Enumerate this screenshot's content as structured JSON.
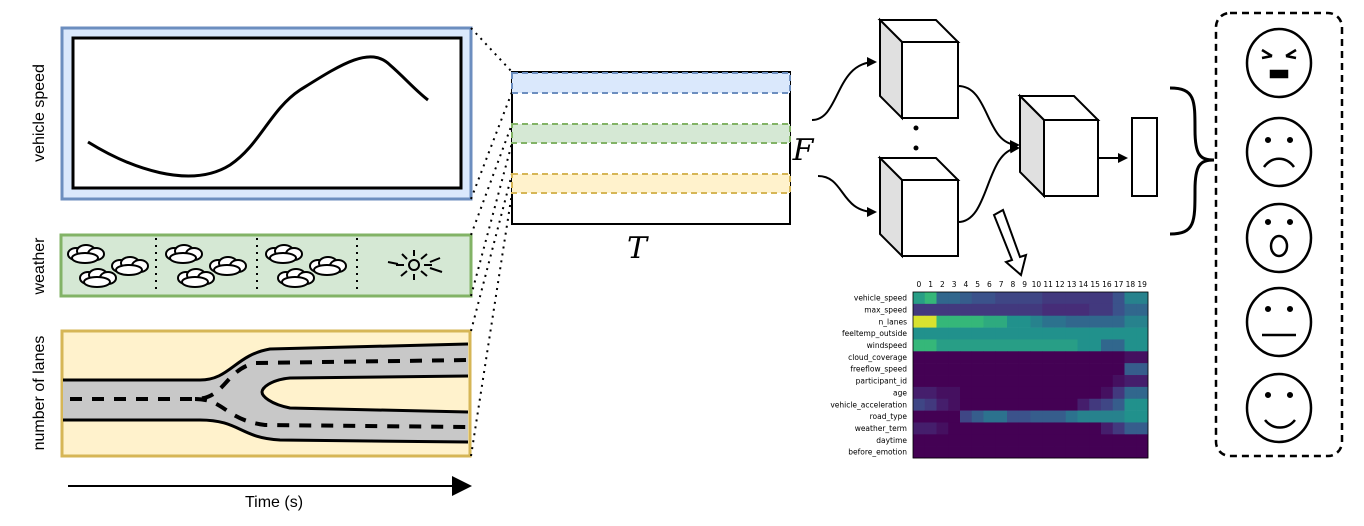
{
  "labels": {
    "vehicle_speed": "vehicle speed",
    "weather": "weather",
    "number_of_lanes": "number of lanes",
    "time_axis": "Time (s)",
    "matrix_time": "T",
    "matrix_features": "F"
  },
  "heatmap": {
    "col_labels": [
      "0",
      "1",
      "2",
      "3",
      "4",
      "5",
      "6",
      "7",
      "8",
      "9",
      "10",
      "11",
      "12",
      "13",
      "14",
      "15",
      "16",
      "17",
      "18",
      "19"
    ],
    "row_labels": [
      "vehicle_speed",
      "max_speed",
      "n_lanes",
      "feeltemp_outside",
      "windspeed",
      "cloud_coverage",
      "freeflow_speed",
      "participant_id",
      "age",
      "vehicle_acceleration",
      "road_type",
      "weather_term",
      "daytime",
      "before_emotion"
    ],
    "values": [
      [
        0.6,
        0.7,
        0.4,
        0.4,
        0.35,
        0.3,
        0.3,
        0.25,
        0.25,
        0.25,
        0.25,
        0.2,
        0.2,
        0.2,
        0.2,
        0.2,
        0.2,
        0.3,
        0.5,
        0.5
      ],
      [
        0.2,
        0.2,
        0.2,
        0.2,
        0.2,
        0.2,
        0.2,
        0.2,
        0.2,
        0.2,
        0.2,
        0.15,
        0.15,
        0.15,
        0.15,
        0.2,
        0.2,
        0.3,
        0.4,
        0.4
      ],
      [
        0.95,
        0.95,
        0.7,
        0.7,
        0.7,
        0.7,
        0.65,
        0.65,
        0.55,
        0.55,
        0.5,
        0.45,
        0.45,
        0.4,
        0.4,
        0.4,
        0.4,
        0.4,
        0.5,
        0.5
      ],
      [
        0.55,
        0.55,
        0.55,
        0.55,
        0.55,
        0.55,
        0.55,
        0.55,
        0.55,
        0.55,
        0.55,
        0.55,
        0.55,
        0.55,
        0.55,
        0.55,
        0.55,
        0.55,
        0.55,
        0.55
      ],
      [
        0.7,
        0.7,
        0.6,
        0.6,
        0.6,
        0.6,
        0.6,
        0.6,
        0.6,
        0.6,
        0.6,
        0.6,
        0.6,
        0.6,
        0.55,
        0.55,
        0.4,
        0.4,
        0.55,
        0.55
      ],
      [
        0.0,
        0.0,
        0.0,
        0.0,
        0.0,
        0.0,
        0.0,
        0.0,
        0.0,
        0.0,
        0.0,
        0.0,
        0.0,
        0.0,
        0.0,
        0.0,
        0.0,
        0.0,
        0.05,
        0.05
      ],
      [
        0.0,
        0.0,
        0.0,
        0.0,
        0.0,
        0.0,
        0.0,
        0.0,
        0.0,
        0.0,
        0.0,
        0.0,
        0.0,
        0.0,
        0.0,
        0.0,
        0.0,
        0.0,
        0.35,
        0.35
      ],
      [
        0.0,
        0.0,
        0.0,
        0.0,
        0.0,
        0.0,
        0.0,
        0.0,
        0.0,
        0.0,
        0.0,
        0.0,
        0.0,
        0.0,
        0.0,
        0.0,
        0.0,
        0.05,
        0.1,
        0.1
      ],
      [
        0.1,
        0.1,
        0.05,
        0.05,
        0.0,
        0.0,
        0.0,
        0.0,
        0.0,
        0.0,
        0.0,
        0.0,
        0.0,
        0.0,
        0.0,
        0.0,
        0.05,
        0.2,
        0.4,
        0.4
      ],
      [
        0.25,
        0.2,
        0.1,
        0.05,
        0.0,
        0.0,
        0.0,
        0.0,
        0.0,
        0.0,
        0.0,
        0.0,
        0.0,
        0.0,
        0.1,
        0.2,
        0.25,
        0.35,
        0.55,
        0.55
      ],
      [
        0.0,
        0.0,
        0.0,
        0.0,
        0.25,
        0.35,
        0.45,
        0.45,
        0.3,
        0.3,
        0.35,
        0.35,
        0.35,
        0.45,
        0.5,
        0.5,
        0.5,
        0.5,
        0.55,
        0.55
      ],
      [
        0.1,
        0.1,
        0.05,
        0.0,
        0.0,
        0.0,
        0.0,
        0.0,
        0.0,
        0.0,
        0.0,
        0.0,
        0.0,
        0.0,
        0.0,
        0.0,
        0.1,
        0.2,
        0.35,
        0.35
      ],
      [
        0.0,
        0.0,
        0.0,
        0.0,
        0.0,
        0.0,
        0.0,
        0.0,
        0.0,
        0.0,
        0.0,
        0.0,
        0.0,
        0.0,
        0.0,
        0.0,
        0.0,
        0.0,
        0.0,
        0.0
      ],
      [
        0.0,
        0.0,
        0.0,
        0.0,
        0.0,
        0.0,
        0.0,
        0.0,
        0.0,
        0.0,
        0.0,
        0.0,
        0.0,
        0.0,
        0.0,
        0.0,
        0.0,
        0.0,
        0.0,
        0.0
      ]
    ]
  },
  "emotions": [
    "angry",
    "sad",
    "surprised",
    "neutral",
    "happy"
  ],
  "colors": {
    "speed_panel_fill": "#dae8fc",
    "speed_panel_stroke": "#6c8ebf",
    "weather_panel_fill": "#d5e8d4",
    "weather_panel_stroke": "#82b366",
    "lanes_panel_fill": "#fff2cc",
    "lanes_panel_stroke": "#d6b656",
    "road_fill": "#c8c8c8",
    "cube_front": "#ffffff",
    "cube_side": "#e0e0e0"
  }
}
